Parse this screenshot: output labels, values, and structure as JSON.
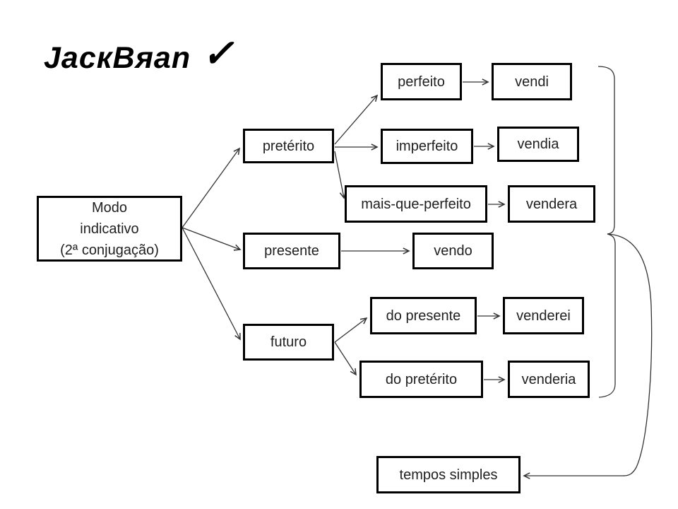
{
  "logo": {
    "text": "JacкBяan",
    "check": "✓"
  },
  "colors": {
    "box_border": "#000000",
    "text": "#1f1f1f",
    "line": "#333333",
    "background": "#ffffff"
  },
  "diagram": {
    "root": {
      "line1": "Modo",
      "line2": "indicativo",
      "line3": "(2ª conjugação)"
    },
    "nodes": {
      "preterito": "pretérito",
      "perfeito": "perfeito",
      "vendi": "vendi",
      "imperfeito": "imperfeito",
      "vendia": "vendia",
      "mais_que_perfeito": "mais-que-perfeito",
      "vendera": "vendera",
      "presente": "presente",
      "vendo": "vendo",
      "futuro": "futuro",
      "do_presente": "do presente",
      "venderei": "venderei",
      "do_preterito": "do pretérito",
      "venderia": "venderia",
      "tempos_simples": "tempos simples"
    },
    "edges": [
      {
        "from": "root",
        "to": "preterito"
      },
      {
        "from": "root",
        "to": "presente"
      },
      {
        "from": "root",
        "to": "futuro"
      },
      {
        "from": "preterito",
        "to": "perfeito"
      },
      {
        "from": "preterito",
        "to": "imperfeito"
      },
      {
        "from": "preterito",
        "to": "mais_que_perfeito"
      },
      {
        "from": "perfeito",
        "to": "vendi"
      },
      {
        "from": "imperfeito",
        "to": "vendia"
      },
      {
        "from": "mais_que_perfeito",
        "to": "vendera"
      },
      {
        "from": "presente",
        "to": "vendo"
      },
      {
        "from": "futuro",
        "to": "do_presente"
      },
      {
        "from": "futuro",
        "to": "do_preterito"
      },
      {
        "from": "do_presente",
        "to": "venderei"
      },
      {
        "from": "do_preterito",
        "to": "venderia"
      },
      {
        "from": "brace_group_simple_tenses",
        "to": "tempos_simples"
      }
    ]
  }
}
